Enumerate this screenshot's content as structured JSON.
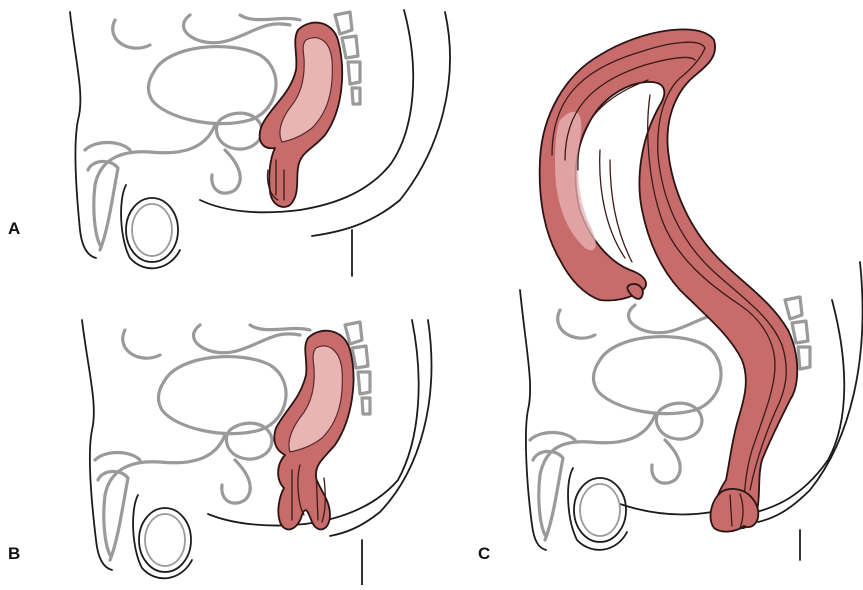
{
  "panels": [
    {
      "id": "A",
      "label": "A"
    },
    {
      "id": "B",
      "label": "B"
    },
    {
      "id": "C",
      "label": "C"
    }
  ],
  "colors": {
    "prolapse_fill": "#c86b6b",
    "prolapse_light": "#e8b4b4",
    "anatomy_gray": "#9a9a9a",
    "outline": "#1c1c1c"
  }
}
